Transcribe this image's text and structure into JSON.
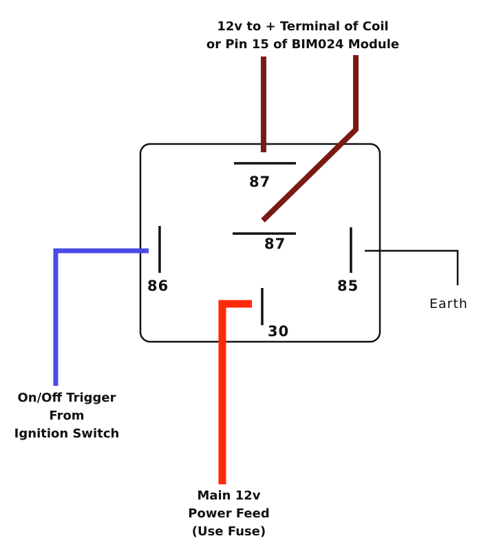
{
  "diagram": {
    "top_label": {
      "line1": "12v to + Terminal of Coil",
      "line2": "or Pin 15 of BIM024 Module"
    },
    "pins": {
      "pin_87_top": "87",
      "pin_87_mid": "87",
      "pin_86": "86",
      "pin_85": "85",
      "pin_30": "30"
    },
    "earth_label": "Earth",
    "trigger_label": {
      "line1": "On/Off Trigger",
      "line2": "From",
      "line3": "Ignition Switch"
    },
    "power_label": {
      "line1": "Main 12v",
      "line2": "Power Feed",
      "line3": "(Use Fuse)"
    },
    "colors": {
      "coil_wire": "#7a1a14",
      "trigger_wire": "#4a4ae6",
      "power_wire": "#ff2a0a",
      "outline": "#111111"
    }
  }
}
